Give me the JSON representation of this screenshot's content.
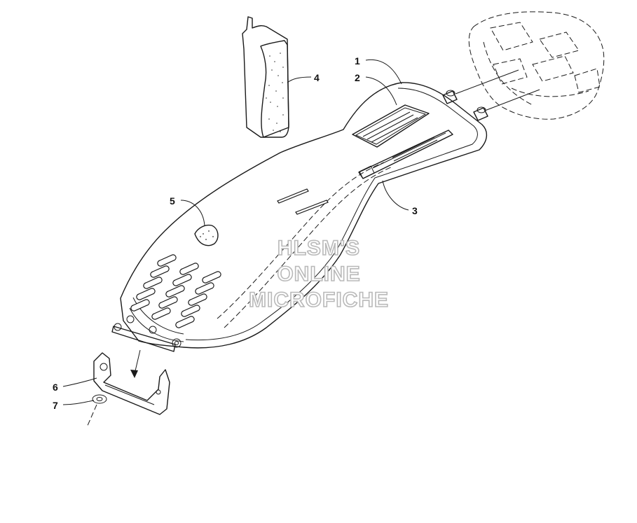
{
  "diagram": {
    "callouts": [
      {
        "id": "1",
        "text": "1"
      },
      {
        "id": "2",
        "text": "2"
      },
      {
        "id": "3",
        "text": "3"
      },
      {
        "id": "4",
        "text": "4"
      },
      {
        "id": "5",
        "text": "5"
      },
      {
        "id": "6",
        "text": "6"
      },
      {
        "id": "7",
        "text": "7"
      }
    ],
    "watermark": {
      "line1": "HLSM'S",
      "line2": "ONLINE",
      "line3": "MICROFICHE"
    }
  }
}
